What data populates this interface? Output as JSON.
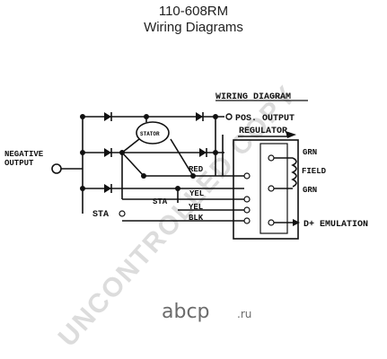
{
  "header": {
    "part_number": "110-608RM",
    "subtitle": "Wiring Diagrams"
  },
  "diagram": {
    "heading": "WIRING DIAGRAM",
    "labels": {
      "negative_output": "NEGATIVE\nOUTPUT",
      "pos_output": "POS. OUTPUT",
      "regulator": "REGULATOR",
      "stator": "STATOR",
      "grn_top": "GRN",
      "field": "FIELD",
      "grn_bottom": "GRN",
      "red": "RED",
      "yel_1": "YEL",
      "yel_2": "YEL",
      "blk": "BLK",
      "sta_left": "STA",
      "sta_mid": "STA",
      "d_plus": "D+ EMULATION"
    }
  },
  "watermark": {
    "text": "UNCONTROLLED COPY"
  },
  "logo": {
    "brand": "abcp",
    "tld": ".ru"
  }
}
